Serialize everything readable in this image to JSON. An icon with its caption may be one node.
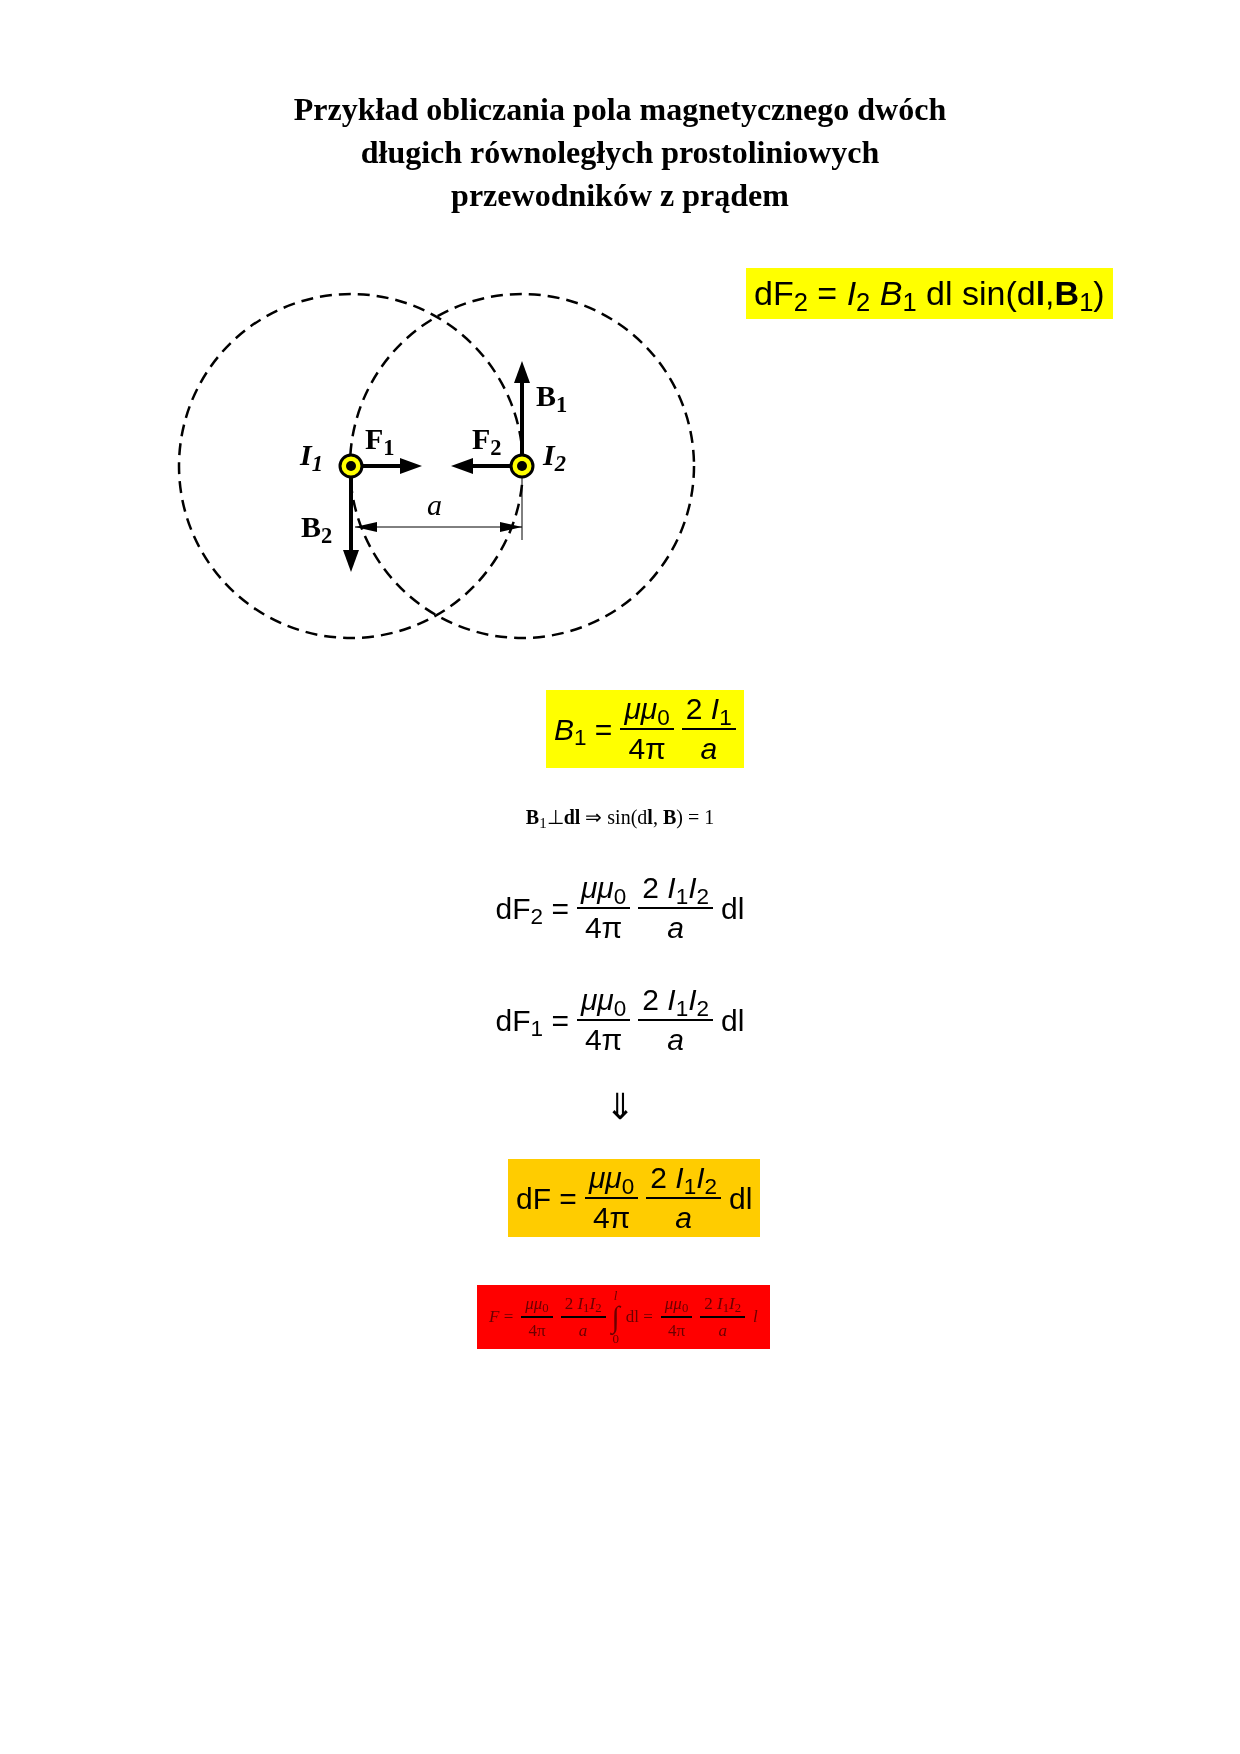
{
  "diagram": {
    "title": "Przykład obliczania pola magnetycznego dwóch długich równoległych prostoliniowych przewodników z prądem",
    "nodes": [
      {
        "text": [
          "dF$_{2}$ = *I*$_{2}$ *B*$_{1}$ dl sin(d**l**,**B**$_{1}$)"
        ]
      },
      {
        "text": [
          "*B*$_{1}$ =",
          "*μμ*$_{0}$",
          "4π",
          "2 *I*$_{1}$",
          "*a*"
        ]
      },
      {
        "text": [
          "dF =",
          "*μμ*$_{0}$",
          "4π",
          "2 *I*$_{1}$*I*$_{2}$",
          "*a*",
          "dl"
        ]
      },
      {
        "text": [
          "*F* =",
          "*μμ*$_{0}$",
          "4π",
          "2 *I*$_{1}$*I*$_{2}$",
          "*a*",
          "*l*",
          "∫",
          "0",
          "dl =",
          "*μμ*$_{0}$",
          "4π",
          "2 *I*$_{1}$*I*$_{2}$",
          "*a*",
          "*l*"
        ]
      }
    ],
    "labels": [
      "I$_{1}$",
      "F$_{1}$",
      "F$_{2}$",
      "B$_{1}$",
      "I$_{2}$",
      "B$_{2}$",
      "a",
      "**B**$_{1}$⊥**dl** ⇒ sin(d**l**, **B**) = 1",
      "dF$_{2}$ =",
      "*μμ*$_{0}$",
      "4π",
      "2 *I*$_{1}$*I*$_{2}$",
      "*a*",
      "dl",
      "dF$_{1}$ =",
      "*μμ*$_{0}$",
      "4π",
      "2 *I*$_{1}$*I*$_{2}$",
      "*a*",
      "dl",
      "⇓"
    ]
  }
}
